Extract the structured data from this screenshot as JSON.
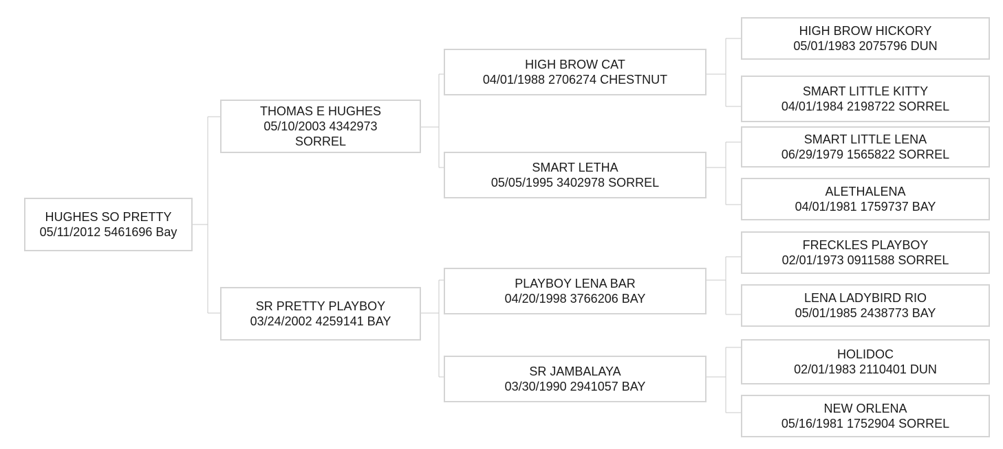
{
  "pedigree": {
    "subject": {
      "name": "HUGHES SO PRETTY",
      "details": "05/11/2012 5461696 Bay"
    },
    "sire": {
      "name": "THOMAS E HUGHES",
      "details_line1": "05/10/2003 4342973",
      "details_line2": "SORREL"
    },
    "dam": {
      "name": "SR PRETTY PLAYBOY",
      "details": "03/24/2002 4259141 BAY"
    },
    "sire_sire": {
      "name": "HIGH BROW CAT",
      "details": "04/01/1988 2706274 CHESTNUT"
    },
    "sire_dam": {
      "name": "SMART LETHA",
      "details": "05/05/1995 3402978 SORREL"
    },
    "dam_sire": {
      "name": "PLAYBOY LENA BAR",
      "details": "04/20/1998 3766206 BAY"
    },
    "dam_dam": {
      "name": "SR JAMBALAYA",
      "details": "03/30/1990 2941057 BAY"
    },
    "sire_sire_sire": {
      "name": "HIGH BROW HICKORY",
      "details": "05/01/1983 2075796 DUN"
    },
    "sire_sire_dam": {
      "name": "SMART LITTLE KITTY",
      "details": "04/01/1984 2198722 SORREL"
    },
    "sire_dam_sire": {
      "name": "SMART LITTLE LENA",
      "details": "06/29/1979 1565822 SORREL"
    },
    "sire_dam_dam": {
      "name": "ALETHALENA",
      "details": "04/01/1981 1759737 BAY"
    },
    "dam_sire_sire": {
      "name": "FRECKLES PLAYBOY",
      "details": "02/01/1973 0911588 SORREL"
    },
    "dam_sire_dam": {
      "name": "LENA LADYBIRD RIO",
      "details": "05/01/1985 2438773 BAY"
    },
    "dam_dam_sire": {
      "name": "HOLIDOC",
      "details": "02/01/1983 2110401 DUN"
    },
    "dam_dam_dam": {
      "name": "NEW ORLENA",
      "details": "05/16/1981 1752904 SORREL"
    }
  }
}
